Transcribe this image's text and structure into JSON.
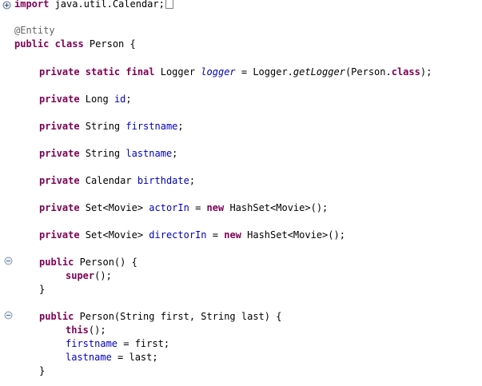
{
  "editor": {
    "lines": {
      "import": {
        "keyword": "import",
        "text": " java.util.Calendar;"
      },
      "annotation": "@Entity",
      "class_decl": {
        "mods": "public class",
        "rest": " Person {"
      },
      "logger": {
        "mods": "private static final",
        "type": " Logger ",
        "name": "logger",
        "eq": " = Logger.",
        "method": "getLogger",
        "arg": "(Person.",
        "cls_kw": "class",
        "end": ");"
      },
      "id": {
        "mods": "private",
        "type": " Long ",
        "name": "id",
        "end": ";"
      },
      "firstname": {
        "mods": "private",
        "type": " String ",
        "name": "firstname",
        "end": ";"
      },
      "lastname": {
        "mods": "private",
        "type": " String ",
        "name": "lastname",
        "end": ";"
      },
      "birthdate": {
        "mods": "private",
        "type": " Calendar ",
        "name": "birthdate",
        "end": ";"
      },
      "actorIn": {
        "mods": "private",
        "type": " Set<Movie> ",
        "name": "actorIn",
        "eq": " = ",
        "new_kw": "new",
        "end": " HashSet<Movie>();"
      },
      "directorIn": {
        "mods": "private",
        "type": " Set<Movie> ",
        "name": "directorIn",
        "eq": " = ",
        "new_kw": "new",
        "end": " HashSet<Movie>();"
      },
      "ctor1": {
        "mods": "public",
        "rest": " Person() {"
      },
      "super_call": {
        "kw": "super",
        "end": "();"
      },
      "close1": "}",
      "ctor2": {
        "mods": "public",
        "rest": " Person(String first, String last) {"
      },
      "this_call": {
        "kw": "this",
        "end": "();"
      },
      "assign_first": {
        "name": "firstname",
        "end": " = first;"
      },
      "assign_last": {
        "name": "lastname",
        "end": " = last;"
      },
      "close2": "}"
    }
  },
  "colors": {
    "keyword": "#7f0055",
    "field": "#0000c0",
    "annotation": "#646464",
    "fold_marker": "#5a6e8c"
  },
  "icons": {
    "import_fold": "plus-circle-icon",
    "ctor_fold": "minus-circle-icon"
  }
}
